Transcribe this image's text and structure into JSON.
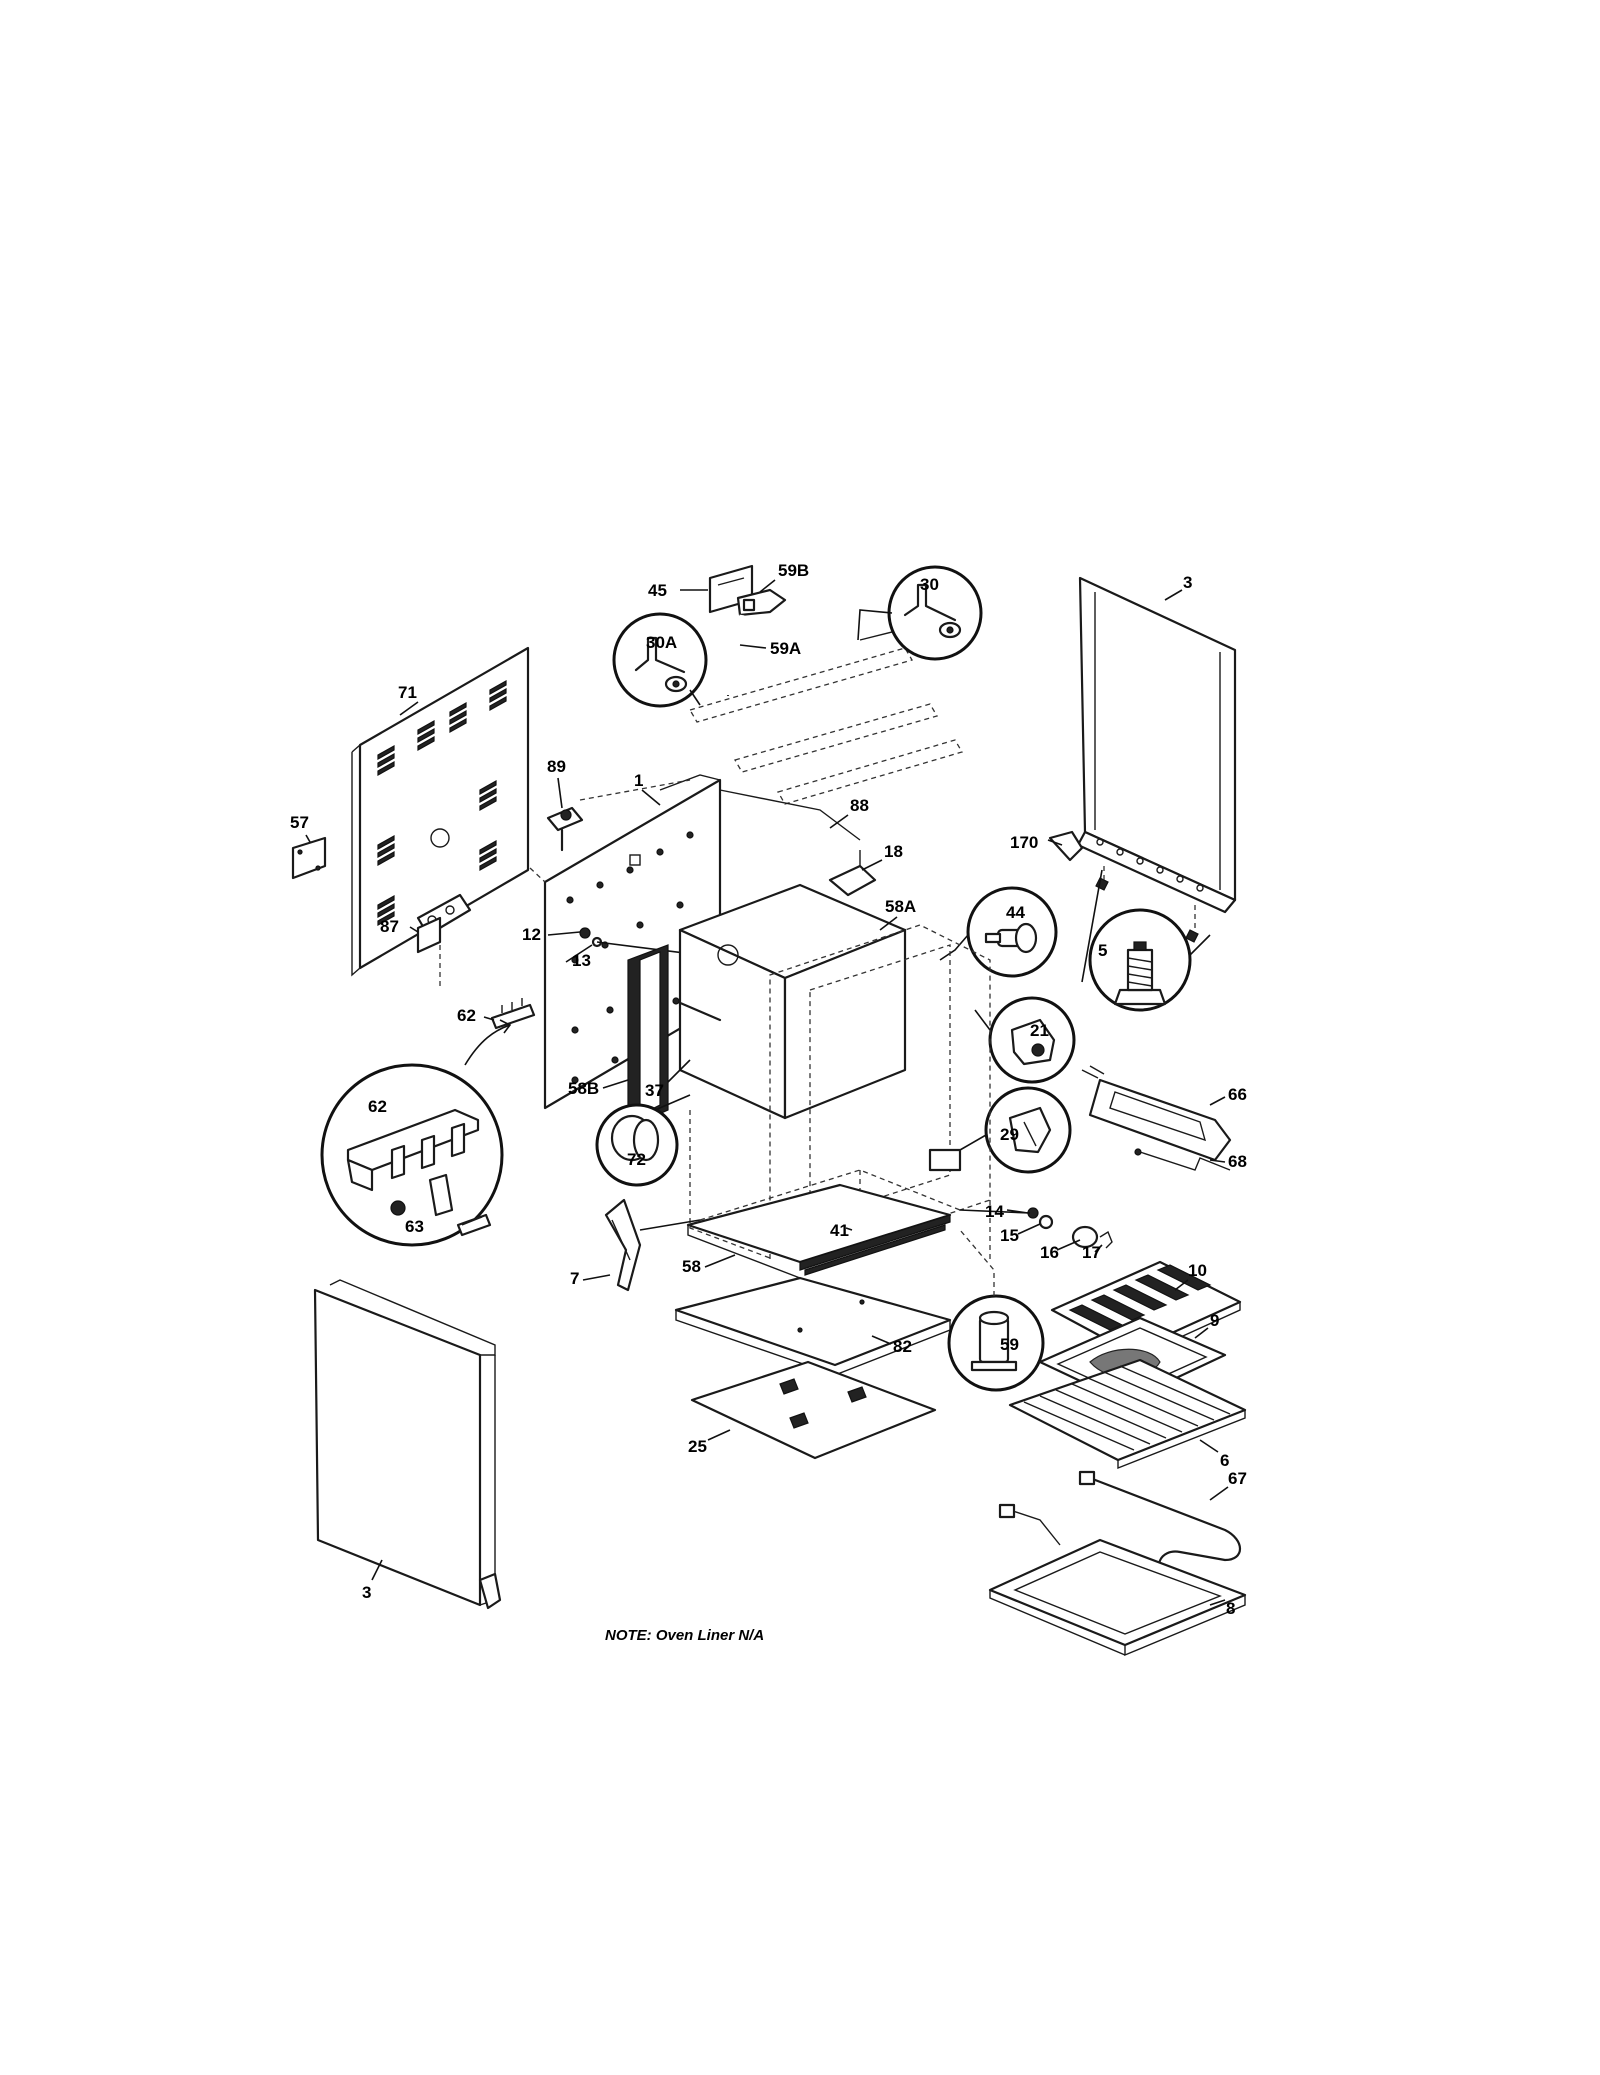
{
  "labels": {
    "l45": "45",
    "l59B": "59B",
    "l30": "30",
    "l30A": "30A",
    "l59A": "59A",
    "l3top": "3",
    "l71": "71",
    "l57": "57",
    "l89": "89",
    "l1": "1",
    "l88": "88",
    "l18": "18",
    "l170": "170",
    "l44": "44",
    "l5": "5",
    "l58A": "58A",
    "l87": "87",
    "l12": "12",
    "l13": "13",
    "l62": "62",
    "l21": "21",
    "l58B": "58B",
    "l37": "37",
    "l66": "66",
    "l62c": "62",
    "l29": "29",
    "l72": "72",
    "l68": "68",
    "l63": "63",
    "l14": "14",
    "l41": "41",
    "l15": "15",
    "l16": "16",
    "l17": "17",
    "l58": "58",
    "l7": "7",
    "l10": "10",
    "l59": "59",
    "l9": "9",
    "l82": "82",
    "l25": "25",
    "l6": "6",
    "l67": "67",
    "l3bottom": "3",
    "l8": "8"
  },
  "note": "NOTE: Oven Liner N/A"
}
